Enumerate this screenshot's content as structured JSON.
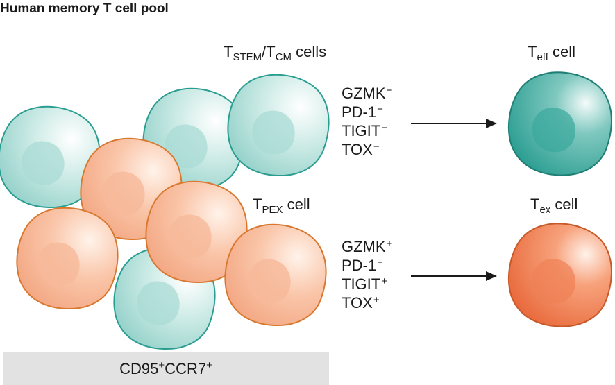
{
  "title": "Human memory T cell pool",
  "populations": {
    "stem": {
      "main": "T",
      "sub": "STEM",
      "sep": "/",
      "main2": "T",
      "sub2": "CM",
      "suffix": " cells"
    },
    "pex": {
      "main": "T",
      "sub": "PEX",
      "suffix": " cell"
    }
  },
  "markers_negative": [
    {
      "name": "GZMK",
      "sign": "−"
    },
    {
      "name": "PD-1",
      "sign": "−"
    },
    {
      "name": "TIGIT",
      "sign": "−"
    },
    {
      "name": "TOX",
      "sign": "−"
    }
  ],
  "markers_positive": [
    {
      "name": "GZMK",
      "sign": "+"
    },
    {
      "name": "PD-1",
      "sign": "+"
    },
    {
      "name": "TIGIT",
      "sign": "+"
    },
    {
      "name": "TOX",
      "sign": "+"
    }
  ],
  "outcomes": {
    "effector": {
      "main": "T",
      "sub": "eff",
      "suffix": " cell"
    },
    "exhausted": {
      "main": "T",
      "sub": "ex",
      "suffix": " cell"
    }
  },
  "footer": {
    "m1": "CD95",
    "s1": "+",
    "m2": "CCR7",
    "s2": "+"
  },
  "colors": {
    "teal_fill": "#a9dbd5",
    "teal_stroke": "#2a9d91",
    "orange_fill": "#f6b99a",
    "orange_stroke": "#d9782f",
    "effector_fill": "#3aa89c",
    "exhausted_fill": "#f08055",
    "footer_bg": "#e2e2e2"
  }
}
